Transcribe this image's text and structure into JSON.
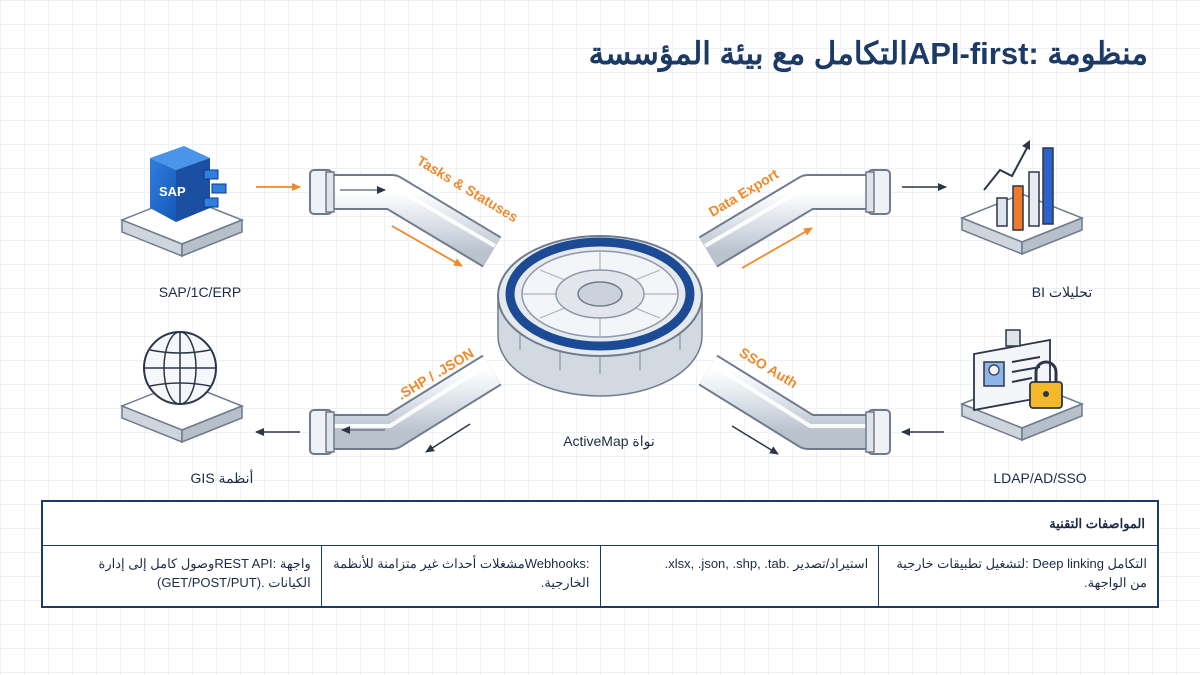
{
  "title": "منظومة  :API-firstالتكامل مع بيئة المؤسسة",
  "nodes": {
    "erp": "SAP/1C/ERP",
    "bi": "تحليلات BI",
    "gis": "أنظمة GIS",
    "ldap": "LDAP/AD/SSO",
    "core": "نواة ActiveMap",
    "sap_logo": "SAP"
  },
  "pipes": {
    "tasks": "Tasks & Statuses",
    "export": "Data Export",
    "shp": ".SHP / .JSON",
    "sso": "SSO Auth"
  },
  "specs": {
    "heading": "المواصفات التقنية",
    "cells": [
      "التكامل Deep linking :لتشغيل تطبيقات خارجية من الواجهة.",
      "استيراد/تصدير .xlsx, .json, .shp, .tab.",
      ":Webhooksمشغلات أحداث غير متزامنة للأنظمة الخارجية.",
      "واجهة  :REST APIوصول كامل إلى إدارة الكيانات .(GET/POST/PUT)"
    ]
  },
  "colors": {
    "accent": "#ef8a2b",
    "navy": "#1c3a66",
    "blue": "#2c62c9"
  }
}
